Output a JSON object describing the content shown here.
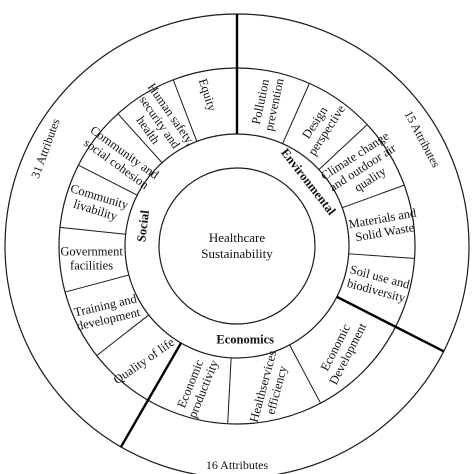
{
  "center": {
    "lines": [
      "Healthcare",
      "Sustainability"
    ]
  },
  "categories": {
    "social": "Social",
    "environmental": "Environmental",
    "economics": "Economics"
  },
  "dimension_counts": {
    "social": "31 Attributes",
    "environmental": "15 Attributes",
    "economics": "16 Attributes"
  },
  "social_items": [
    {
      "lines": [
        "Equity"
      ]
    },
    {
      "lines": [
        "Human safety,",
        "security and",
        "health"
      ]
    },
    {
      "lines": [
        "Community and",
        "social cohesion"
      ]
    },
    {
      "lines": [
        "Community",
        "livability"
      ]
    },
    {
      "lines": [
        "Government",
        "facilities"
      ]
    },
    {
      "lines": [
        "Training and",
        "development"
      ]
    },
    {
      "lines": [
        "Quality of life"
      ]
    }
  ],
  "environmental_items": [
    {
      "lines": [
        "Pollution",
        "prevention"
      ]
    },
    {
      "lines": [
        "Design",
        "perspective"
      ]
    },
    {
      "lines": [
        "Climate change",
        "and outdoor air",
        "quality"
      ]
    },
    {
      "lines": [
        "Materials and",
        "Solid Waste"
      ]
    },
    {
      "lines": [
        "Soil use and",
        "biodiversity"
      ]
    }
  ],
  "economics_items": [
    {
      "lines": [
        "Economic",
        "productivity"
      ]
    },
    {
      "lines": [
        "Healthservices",
        "efficiency"
      ]
    },
    {
      "lines": [
        "Economic",
        "Development"
      ]
    }
  ]
}
